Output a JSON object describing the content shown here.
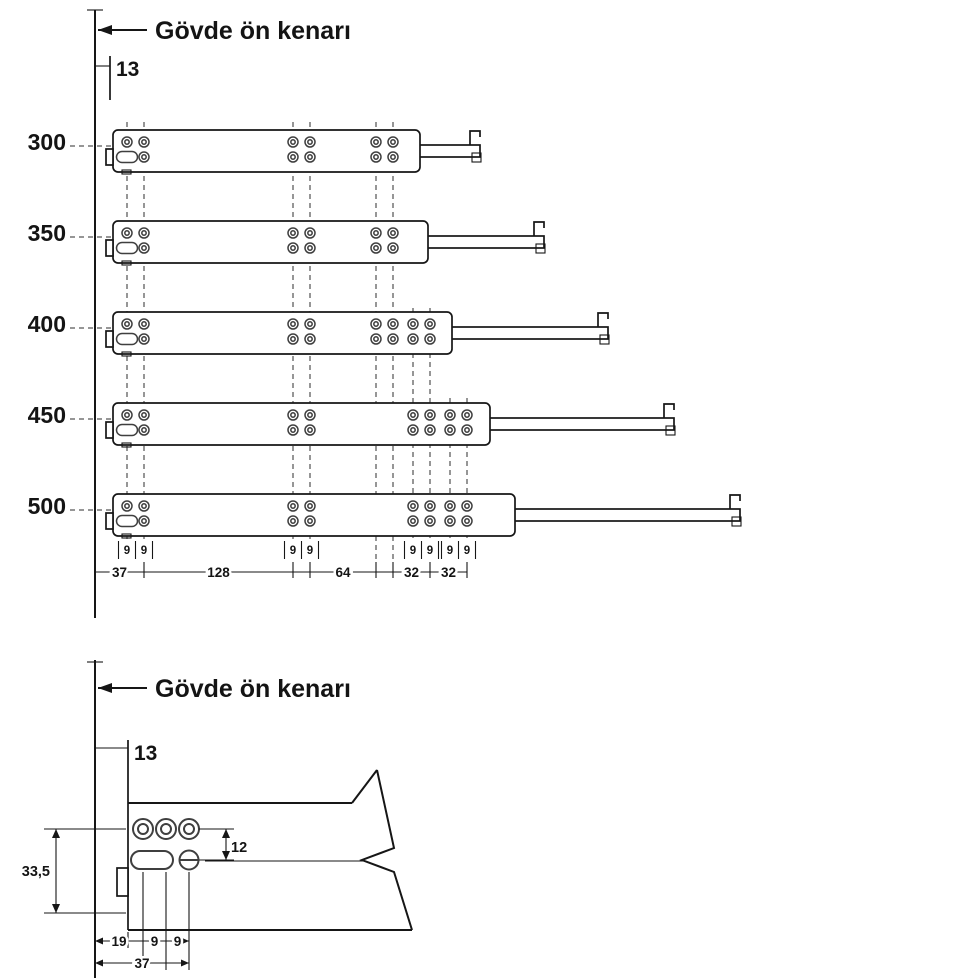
{
  "colors": {
    "ink": "#161616",
    "hole_stroke": "#3f3f3f",
    "background": "#ffffff"
  },
  "top_view": {
    "edge_label": "Gövde ön kenarı",
    "offset_label": "13",
    "rails": [
      {
        "length": "300"
      },
      {
        "length": "350"
      },
      {
        "length": "400"
      },
      {
        "length": "450"
      },
      {
        "length": "500"
      }
    ],
    "pair_spacings": [
      "9",
      "9",
      "9",
      "9",
      "9",
      "9",
      "9",
      "9"
    ],
    "dims": {
      "front_offset": "37",
      "pitch_a": "128",
      "pitch_b": "64",
      "pitch_c": "32",
      "pitch_d": "32"
    }
  },
  "detail_view": {
    "edge_label": "Gövde ön kenarı",
    "offset_label": "13",
    "dims": {
      "row_spacing": "12",
      "height": "33,5",
      "front_offset": "19",
      "pitch_a": "9",
      "pitch_b": "9",
      "total": "37"
    }
  }
}
